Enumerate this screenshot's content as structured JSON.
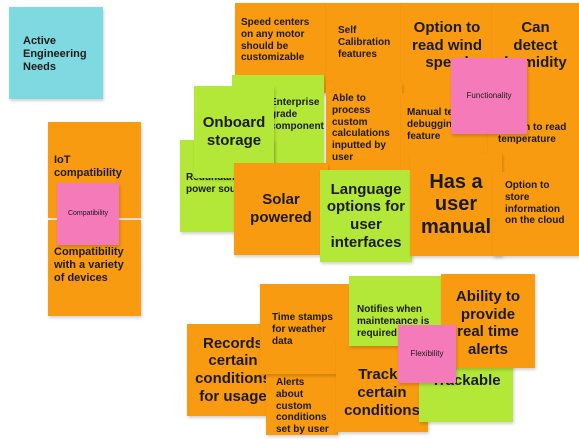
{
  "board": {
    "header_note": "Active Engineering Needs",
    "left_group": {
      "iot": "IoT compatibility",
      "label": "Compatibility",
      "devices": "Compatibility with a variety of devices"
    },
    "top_cluster": {
      "speed_centers": "Speed centers on any motor should be customizable",
      "self_calibration": "Self Calibration features",
      "read_wind": "Option to read wind speed",
      "humidity": "Can detect humidity",
      "enterprise": "Enterprise grade components",
      "process_custom": "Able to process custom calculations inputted by user",
      "manual_testing": "Manual testing, debugging feature",
      "functionality_label": "Functionality",
      "read_temp": "Option to read temperature",
      "onboard_storage": "Onboard storage",
      "redundant_power": "Redundant power source",
      "solar": "Solar powered",
      "language": "Language options for user interfaces",
      "user_manual": "Has a user manual",
      "cloud": "Option to store information on the cloud"
    },
    "bottom_cluster": {
      "records": "Records certain conditions for usage",
      "timestamps": "Time stamps for weather data",
      "alerts_custom": "Alerts about custom conditions set by user",
      "notifies": "Notifies when maintenance is required",
      "tracks": "Tracks certain conditions",
      "realtime": "Ability to provide real time alerts",
      "flexibility_label": "Flexibility",
      "trackable": "Trackable"
    }
  }
}
